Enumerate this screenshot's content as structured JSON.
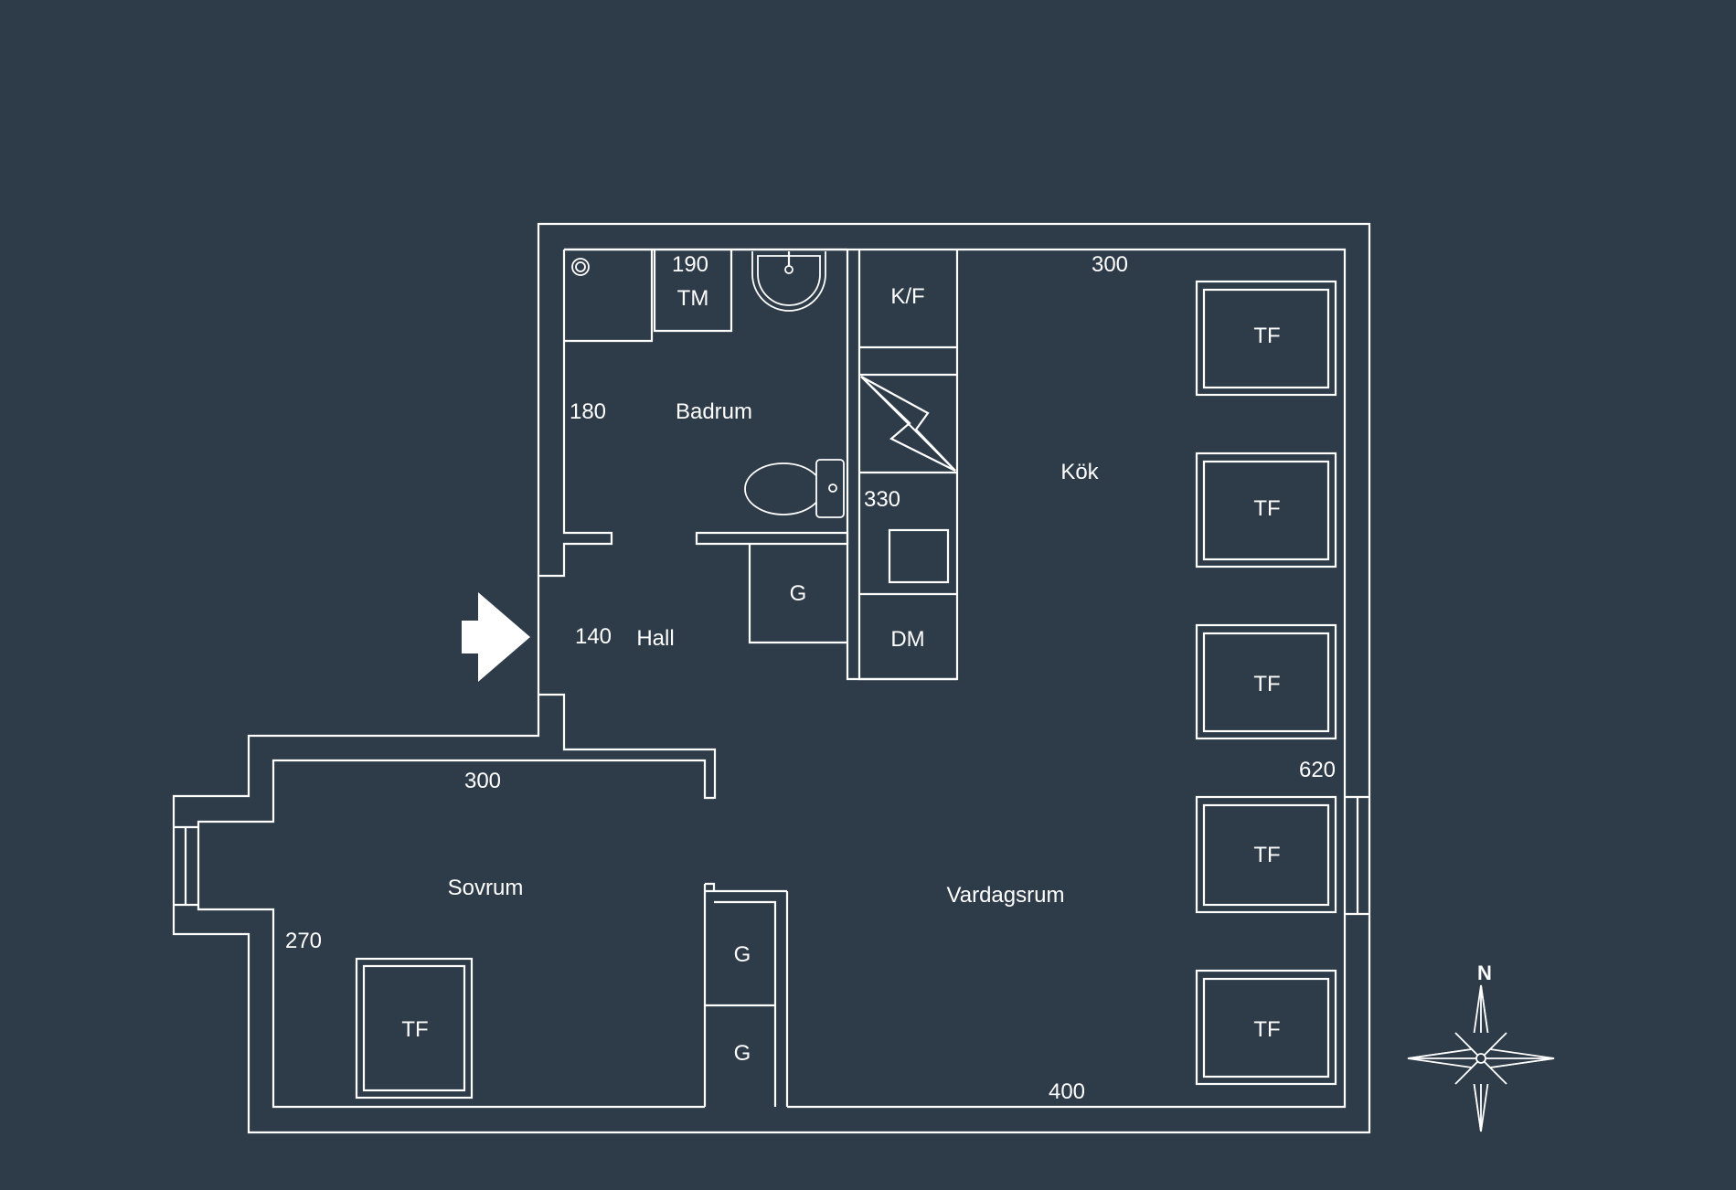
{
  "rooms": {
    "badrum": "Badrum",
    "hall": "Hall",
    "kok": "Kök",
    "sovrum": "Sovrum",
    "vardagsrum": "Vardagsrum"
  },
  "fixtures": {
    "tm": "TM",
    "kf": "K/F",
    "dm": "DM",
    "g_hall": "G",
    "g_upper": "G",
    "g_lower": "G",
    "tf_right_1": "TF",
    "tf_right_2": "TF",
    "tf_right_3": "TF",
    "tf_right_4": "TF",
    "tf_right_5": "TF",
    "tf_bedroom": "TF"
  },
  "dimensions": {
    "bath_top": "190",
    "bath_side": "180",
    "kitchen_top": "300",
    "kitchen_side": "330",
    "hall": "140",
    "bedroom_top": "300",
    "bedroom_side": "270",
    "living_bottom": "400",
    "right_side": "620"
  },
  "compass": {
    "north": "N"
  },
  "colors": {
    "background": "#2e3b48",
    "lines": "#ffffff"
  }
}
